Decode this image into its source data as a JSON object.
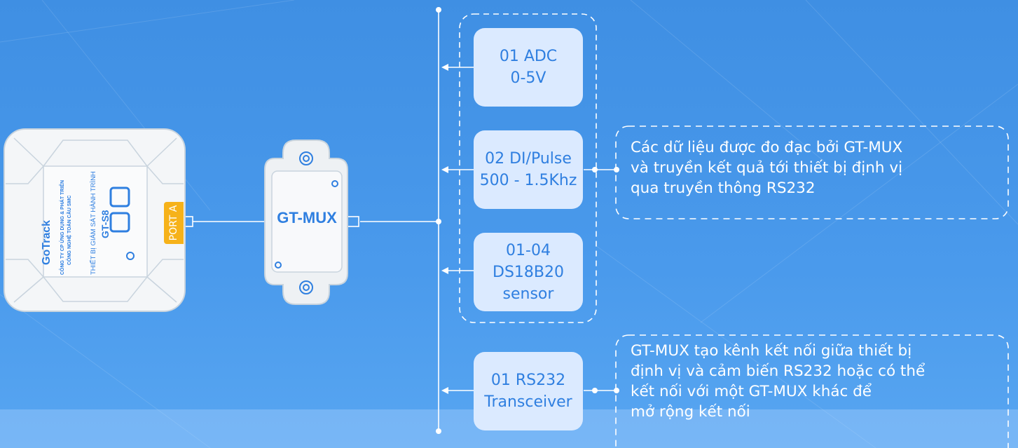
{
  "device": {
    "brand": "GoTrack",
    "company_line1": "CÔNG TY CP ỨNG DỤNG & PHÁT TRIỂN",
    "company_line2": "CÔNG NGHỆ TOÀN CẦU SMC",
    "device_type": "THIẾT BỊ GIÁM SÁT HÀNH TRÌNH",
    "model": "GT-S8",
    "port_label": "PORT A"
  },
  "mux": {
    "label": "GT-MUX"
  },
  "modules": [
    {
      "id": "adc",
      "text": "01 ADC\n0-5V"
    },
    {
      "id": "di-pulse",
      "text": "02 DI/Pulse\n500 - 1.5Khz"
    },
    {
      "id": "ds18b20",
      "text": "01-04\nDS18B20\nsensor"
    },
    {
      "id": "rs232",
      "text": "01 RS232\nTransceiver"
    }
  ],
  "notes": {
    "measurement": "Các dữ liệu được đo đạc bởi GT-MUX\nvà truyền kết quả tới thiết bị định vị\nqua truyền thông RS232",
    "rs232": "GT-MUX tạo kênh kết nối giữa thiết bị\nđịnh vị và cảm biến RS232 hoặc có thể\nkết nối với một GT-MUX khác để\nmở rộng kết nối"
  },
  "colors": {
    "background": "#4a9aec",
    "box_fill": "#dbeaff",
    "box_text": "#2f7fe0",
    "port": "#f6b21a",
    "line": "#ffffff"
  }
}
